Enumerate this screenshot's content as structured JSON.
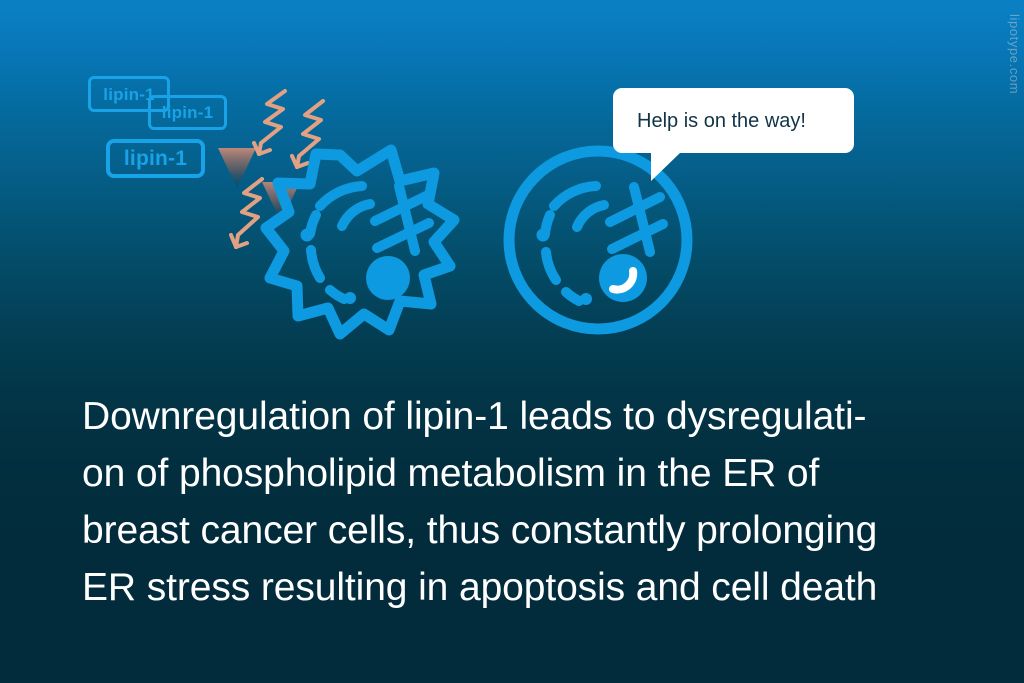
{
  "watermark": {
    "text": "lipotype.com"
  },
  "tags": [
    {
      "name": "lipin-tag-1",
      "label": "lipin-1"
    },
    {
      "name": "lipin-tag-2",
      "label": "lipin-1"
    },
    {
      "name": "lipin-tag-3",
      "label": "lipin-1"
    }
  ],
  "bubble": {
    "text": "Help is on the way!",
    "background": "#ffffff",
    "text_color": "#123446"
  },
  "cells": {
    "damaged": {
      "label": "damaged-breast-cancer-cell",
      "shape": "jagged-polygon"
    },
    "healthy": {
      "label": "healthy-cell",
      "shape": "round"
    }
  },
  "icons": {
    "bolt": "lightning-bolt-arrow-icon",
    "triangle": "falling-triangle-icon",
    "nucleus": "nucleus-icon",
    "er": "endoplasmic-reticulum-icon"
  },
  "caption": {
    "lines": [
      "Downregulation of lipin-1 leads to dysregulati-",
      "on of phospholipid metabolism in the ER of",
      "breast cancer cells, thus constantly prolonging",
      "ER stress resulting in apoptosis and cell death"
    ],
    "color": "#ffffff"
  },
  "colors": {
    "accent_blue": "#18a3e8",
    "cell_blue": "#0d9ae0",
    "bolt_salmon": "#e8a183",
    "bg_top": "#0a81c4",
    "bg_bottom": "#022c3c"
  }
}
